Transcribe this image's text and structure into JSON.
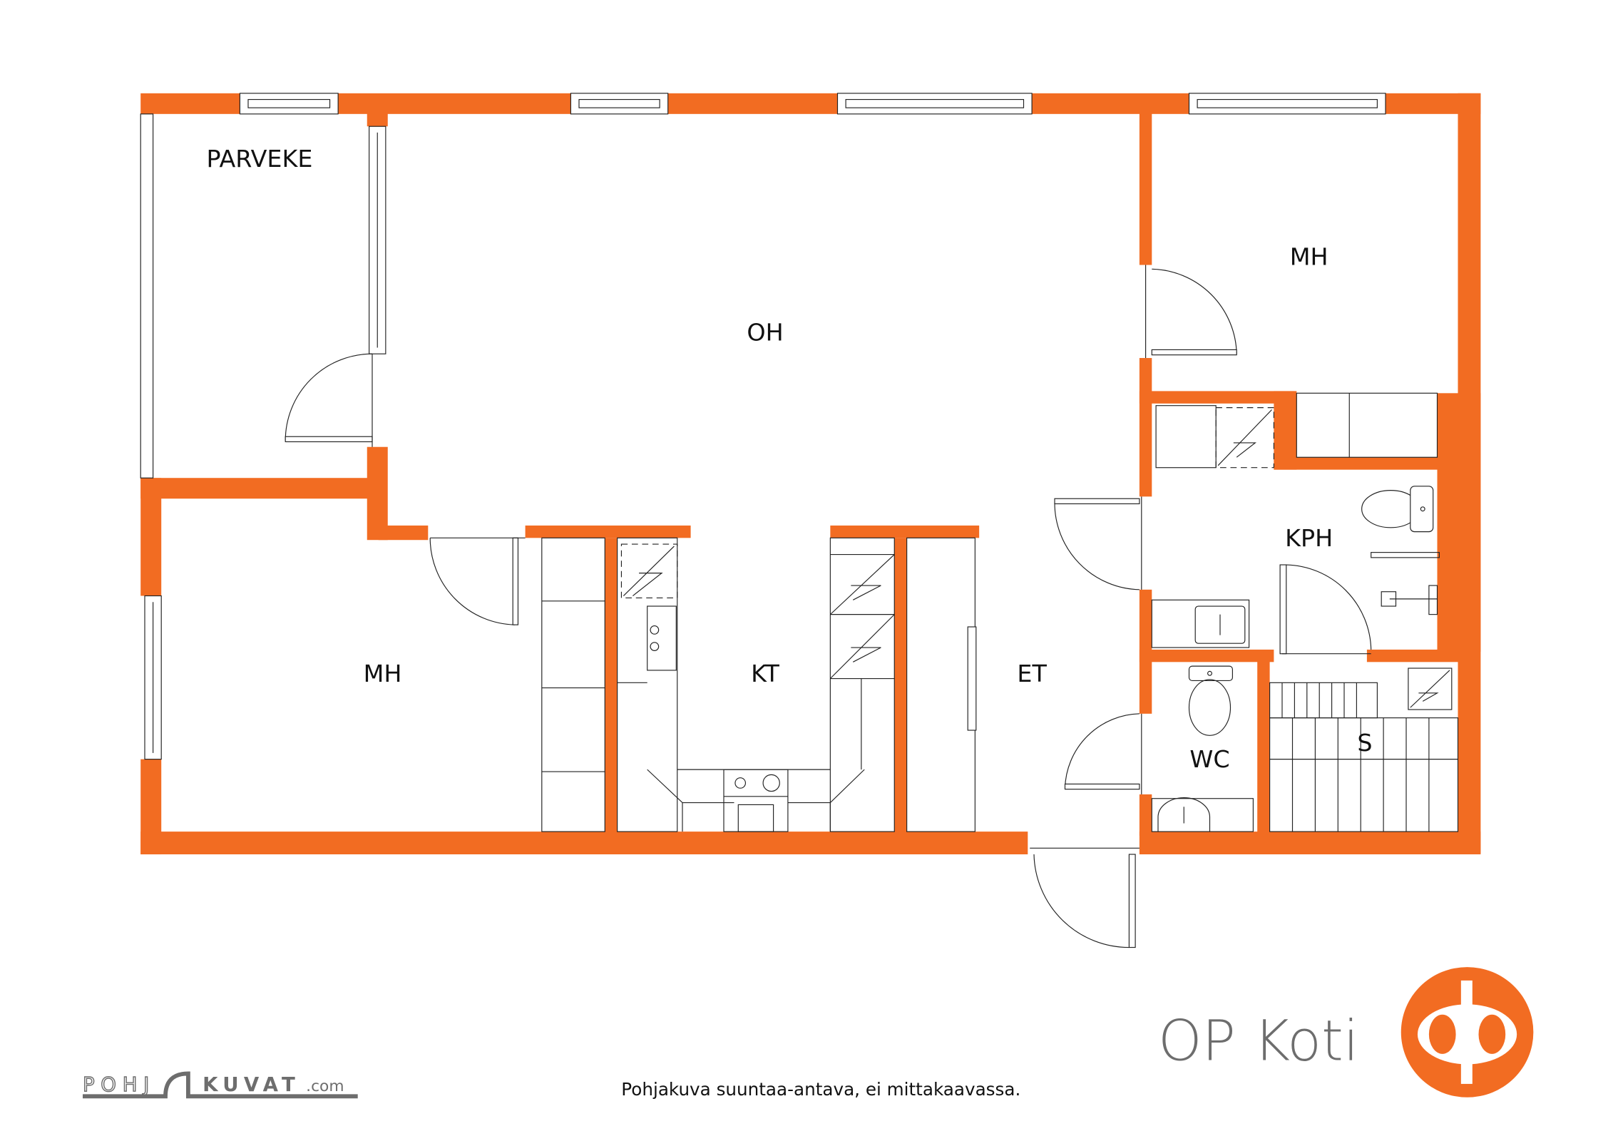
{
  "rooms": {
    "parveke": "PARVEKE",
    "oh": "OH",
    "mh_top": "MH",
    "mh_left": "MH",
    "kt": "KT",
    "et": "ET",
    "kph": "KPH",
    "wc": "WC",
    "s": "S"
  },
  "footer": {
    "disclaimer": "Pohjakuva suuntaa-antava, ei mittakaavassa."
  },
  "branding": {
    "op_koti": "OP Koti",
    "op_logo_color": "#f26c22",
    "pohjakuvat_left": "POHJ",
    "pohjakuvat_right": "KUVAT",
    "pohjakuvat_suffix": ".com"
  },
  "colors": {
    "wall": "#f26c22",
    "line": "#222222",
    "brand_gray": "#6d6d6d"
  }
}
